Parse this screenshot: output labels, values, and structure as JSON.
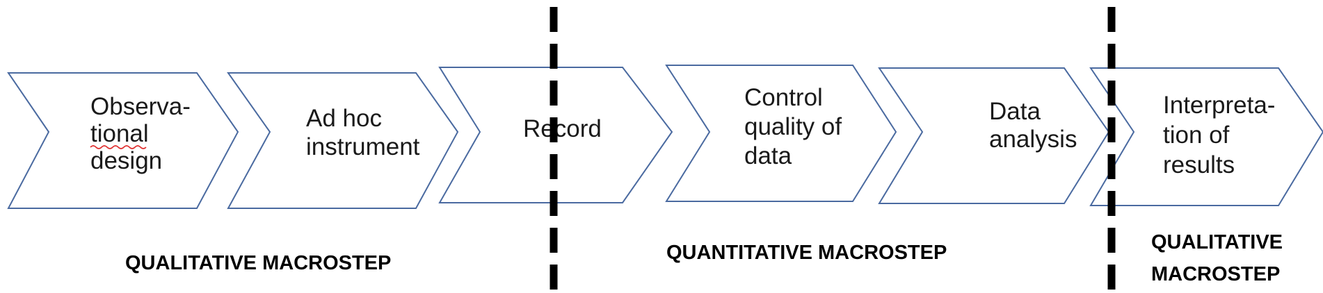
{
  "colors": {
    "chevron_stroke": "#4a6aa0",
    "chevron_fill": "#ffffff",
    "text": "#1a1a1a",
    "divider": "#000000"
  },
  "steps": [
    {
      "lines": [
        "Observa-",
        "tional",
        "design"
      ]
    },
    {
      "lines": [
        "Ad hoc",
        "instrument"
      ],
      "italic_first_line": true
    },
    {
      "lines": [
        "Record"
      ]
    },
    {
      "lines": [
        "Control",
        "quality of",
        "data"
      ]
    },
    {
      "lines": [
        "Data",
        "analysis"
      ]
    },
    {
      "lines": [
        "Interpreta-",
        "tion of",
        "results"
      ]
    }
  ],
  "macrosteps": [
    {
      "lines": [
        "QUALITATIVE MACROSTEP"
      ]
    },
    {
      "lines": [
        "QUANTITATIVE MACROSTEP"
      ]
    },
    {
      "lines": [
        "QUALITATIVE",
        "MACROSTEP"
      ]
    }
  ]
}
